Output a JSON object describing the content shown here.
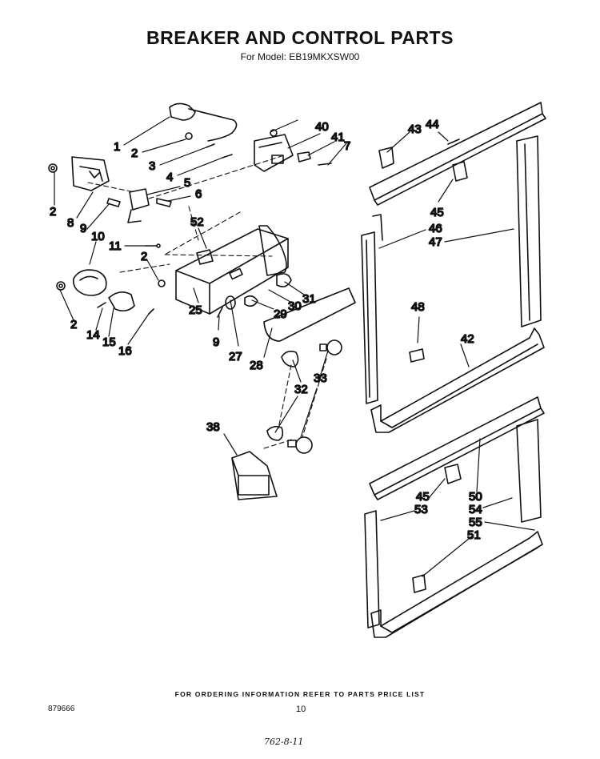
{
  "header": {
    "title": "BREAKER AND CONTROL PARTS",
    "subtitle": "For Model: EB19MKXSW00"
  },
  "callouts": [
    "1",
    "2",
    "3",
    "4",
    "5",
    "6",
    "2",
    "8",
    "9",
    "10",
    "11",
    "2",
    "2",
    "14",
    "15",
    "16",
    "52",
    "40",
    "41",
    "7",
    "25",
    "9",
    "27",
    "28",
    "29",
    "30",
    "31",
    "32",
    "33",
    "38",
    "43",
    "44",
    "45",
    "46",
    "47",
    "48",
    "42",
    "50",
    "54",
    "55",
    "51",
    "45",
    "53"
  ],
  "footer": {
    "note": "FOR ORDERING INFORMATION REFER TO PARTS PRICE LIST",
    "page_number": "10",
    "doc_number": "879666",
    "handwritten": "762-8-11"
  }
}
